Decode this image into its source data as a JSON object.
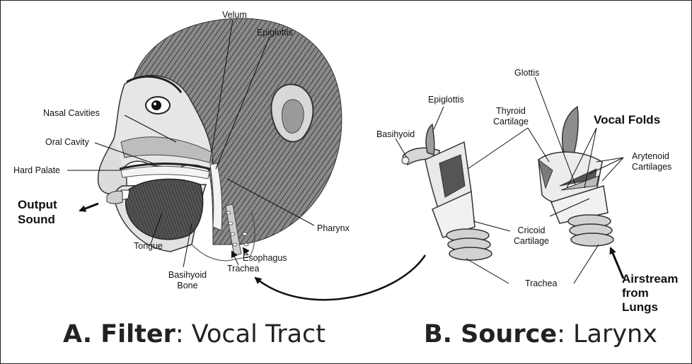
{
  "filter_panel": {
    "labels": {
      "velum": "Velum",
      "epiglottis": "Epiglottis",
      "nasal_cavities": "Nasal Cavities",
      "oral_cavity": "Oral Cavity",
      "hard_palate": "Hard Palate",
      "output_sound_line1": "Output",
      "output_sound_line2": "Sound",
      "pharynx": "Pharynx",
      "tongue": "Tongue",
      "esophagus": "Esophagus",
      "trachea": "Trachea",
      "basihyoid_line1": "Basihyoid",
      "basihyoid_line2": "Bone"
    },
    "caption": {
      "letter": "A. Filter",
      "rest": ": Vocal Tract"
    }
  },
  "source_panel": {
    "labels": {
      "glottis": "Glottis",
      "epiglottis": "Epiglottis",
      "thyroid_line1": "Thyroid",
      "thyroid_line2": "Cartilage",
      "vocal_folds": "Vocal Folds",
      "basihyoid": "Basihyoid",
      "arytenoid_line1": "Arytenoid",
      "arytenoid_line2": "Cartilages",
      "cricoid_line1": "Cricoid",
      "cricoid_line2": "Cartilage",
      "trachea": "Trachea",
      "airstream_line1": "Airstream",
      "airstream_line2": "from",
      "airstream_line3": "Lungs"
    },
    "caption": {
      "letter": "B. Source",
      "rest": ": Larynx"
    }
  }
}
